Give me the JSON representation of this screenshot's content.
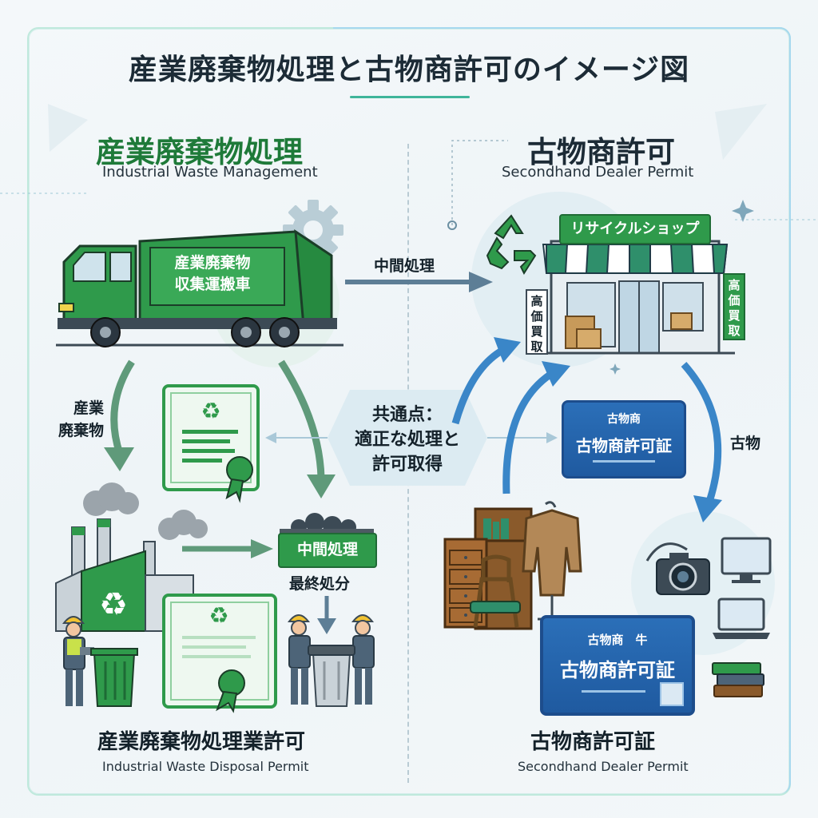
{
  "title": "産業廃棄物処理と古物商許可のイメージ図",
  "left": {
    "title": "産業廃棄物処理",
    "subtitle": "Industrial Waste Management",
    "truck_label_line1": "産業廃棄物",
    "truck_label_line2": "収集運搬車",
    "arrow_label_line1": "産業",
    "arrow_label_line2": "廃棄物",
    "process_box": "中間処理",
    "final_disposal": "最終処分",
    "bottom_title": "産業廃棄物処理業許可",
    "bottom_subtitle": "Industrial Waste Disposal Permit"
  },
  "center": {
    "arrow_label": "中間処理",
    "common_line1": "共通点：",
    "common_line2": "適正な処理と",
    "common_line3": "許可取得"
  },
  "right": {
    "title": "古物商許可",
    "subtitle": "Secondhand Dealer Permit",
    "shop_sign": "リサイクルショップ",
    "sign_left": "高価買取",
    "sign_right": "高価買取",
    "plate_small_top": "古物商",
    "plate_small_main": "古物商許可証",
    "arrow_label": "古物",
    "plate_big_top": "古物商　牛",
    "plate_big_main": "古物商許可証",
    "bottom_title": "古物商許可証",
    "bottom_subtitle": "Secondhand Dealer Permit"
  },
  "colors": {
    "green": "#2f9a4b",
    "dark_green": "#1e6a35",
    "blue": "#1f5aa0",
    "arrow_blue": "#3a86c8",
    "arrow_green": "#5f9a7a"
  }
}
